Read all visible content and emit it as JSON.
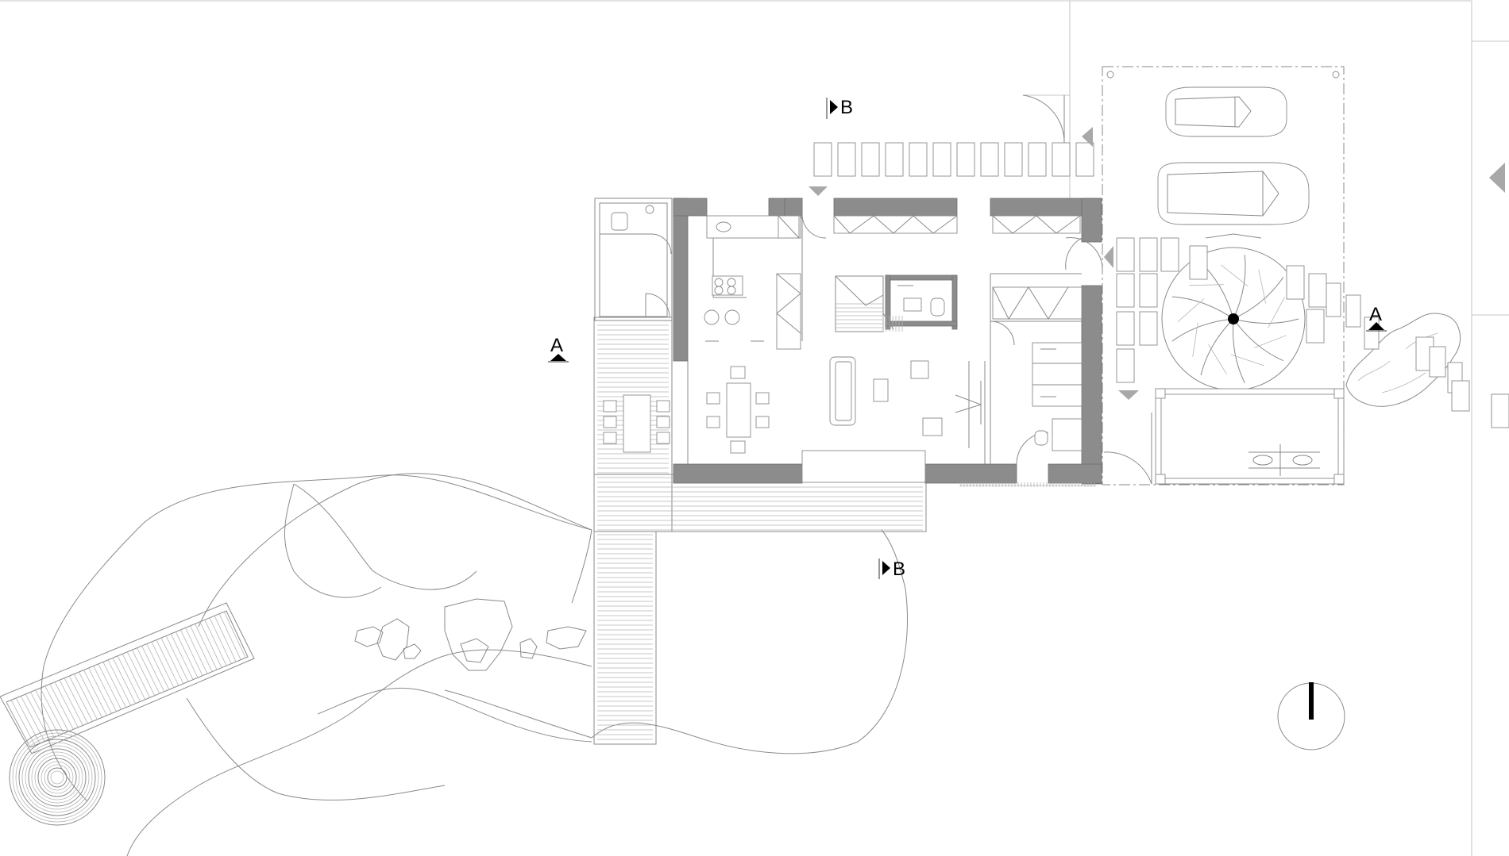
{
  "section_labels": {
    "a_left": "A",
    "a_right": "A",
    "b_top": "B",
    "b_bottom": "B"
  },
  "colors": {
    "wall": "#8c8c8c",
    "line": "#8a8a8a",
    "marker": "#000000",
    "background": "#ffffff"
  },
  "icons": [
    "north-arrow-icon",
    "tree-icon",
    "car-icon",
    "bicycle-icon",
    "shrub-icon"
  ]
}
